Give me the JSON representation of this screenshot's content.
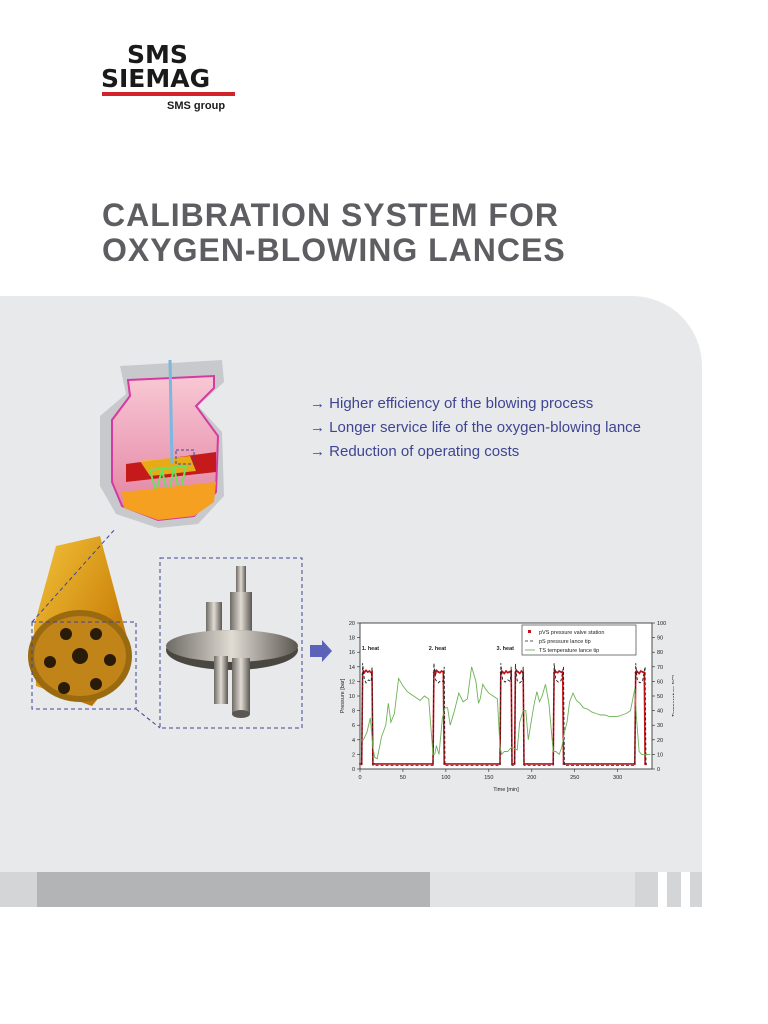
{
  "logo": {
    "line1": "SMS",
    "line2": "SIEMAG",
    "group": "SMS group",
    "bar_color": "#d2232a"
  },
  "title": {
    "line1": "CALIBRATION SYSTEM FOR",
    "line2": "OXYGEN-BLOWING LANCES"
  },
  "bullets": [
    "→ Higher efficiency of the blowing process",
    "→ Longer service life of the oxygen-blowing lance",
    "→ Reduction of operating costs"
  ],
  "colors": {
    "accent": "#3f4592",
    "title": "#5e5e62",
    "panel": "#e8e9eb"
  },
  "chart_data": {
    "type": "line",
    "xlabel": "Time [min]",
    "ylabel": "Pressure [bar]",
    "y2label": "Temperature [°C]",
    "xlim": [
      0,
      340
    ],
    "ylim": [
      0,
      20
    ],
    "y2lim": [
      0,
      100
    ],
    "x_ticks": [
      0,
      50,
      100,
      150,
      200,
      250,
      300
    ],
    "y_ticks": [
      0,
      2,
      4,
      6,
      8,
      10,
      12,
      14,
      16,
      18,
      20
    ],
    "y2_ticks": [
      0,
      10,
      20,
      30,
      40,
      50,
      60,
      70,
      80,
      90,
      100
    ],
    "annotations": [
      {
        "text": "1. heat",
        "x": 2,
        "y": 16
      },
      {
        "text": "2. heat",
        "x": 80,
        "y": 16
      },
      {
        "text": "3. heat",
        "x": 159,
        "y": 16
      }
    ],
    "legend_position": "top-right",
    "series": [
      {
        "name": "pVS pressure valve station",
        "color": "#c0141c",
        "style": "dots",
        "x": [
          0,
          2,
          3,
          4,
          5,
          7,
          9,
          11,
          13,
          14,
          15,
          16,
          85,
          86,
          87,
          88,
          89,
          91,
          93,
          95,
          97,
          98,
          99,
          163,
          164,
          165,
          166,
          168,
          170,
          172,
          174,
          176,
          177,
          180,
          181,
          182,
          184,
          186,
          188,
          190,
          191,
          195,
          225,
          226,
          227,
          228,
          230,
          232,
          234,
          236,
          237,
          238,
          320,
          321,
          322,
          323,
          325,
          327,
          329,
          331,
          332,
          333
        ],
        "y": [
          0.7,
          0.7,
          13.0,
          13.4,
          13.2,
          13.5,
          13.3,
          13.4,
          13.2,
          13.3,
          0.7,
          0.7,
          0.7,
          13.2,
          13.4,
          13.1,
          13.5,
          13.3,
          13.2,
          13.4,
          13.3,
          0.7,
          0.7,
          0.7,
          13.2,
          13.4,
          13.3,
          13.1,
          13.4,
          13.2,
          13.3,
          13.4,
          0.7,
          0.7,
          13.2,
          13.5,
          13.3,
          13.1,
          13.4,
          13.2,
          0.7,
          0.7,
          0.7,
          13.2,
          13.5,
          13.3,
          13.2,
          13.4,
          13.3,
          13.2,
          0.7,
          0.7,
          0.7,
          13.2,
          13.4,
          13.3,
          13.1,
          13.4,
          13.3,
          13.2,
          0.7,
          0.7
        ]
      },
      {
        "name": "pS pressure lance tip",
        "color": "#222222",
        "style": "dashed",
        "x": [
          2,
          3,
          5,
          7,
          10,
          13,
          14,
          15,
          85,
          86,
          88,
          91,
          94,
          97,
          98,
          99,
          163,
          164,
          166,
          169,
          172,
          175,
          176,
          177,
          180,
          181,
          183,
          186,
          189,
          190,
          191,
          225,
          226,
          228,
          231,
          234,
          237,
          238,
          320,
          321,
          323,
          326,
          329,
          332,
          333
        ],
        "y": [
          0.5,
          14.5,
          12.3,
          11.8,
          12.2,
          12.0,
          14.0,
          0.5,
          0.5,
          14.5,
          12.2,
          11.8,
          12.1,
          12.0,
          14.0,
          0.5,
          0.5,
          14.5,
          12.2,
          11.9,
          12.2,
          12.0,
          14.0,
          0.5,
          0.5,
          14.4,
          12.1,
          11.8,
          12.1,
          14.0,
          0.5,
          0.5,
          14.5,
          12.2,
          11.9,
          12.1,
          14.0,
          0.5,
          0.5,
          14.5,
          12.1,
          11.8,
          12.1,
          14.0,
          0.5
        ]
      },
      {
        "name": "TS temperature lance tip",
        "color": "#6db256",
        "style": "solid",
        "x": [
          0,
          2,
          4,
          8,
          12,
          15,
          17,
          20,
          25,
          30,
          33,
          36,
          40,
          45,
          50,
          55,
          60,
          65,
          70,
          75,
          80,
          85,
          87,
          89,
          92,
          96,
          99,
          102,
          105,
          110,
          115,
          120,
          125,
          130,
          135,
          138,
          140,
          143,
          146,
          150,
          155,
          160,
          163,
          165,
          168,
          172,
          175,
          177,
          180,
          183,
          186,
          190,
          193,
          196,
          200,
          203,
          206,
          209,
          212,
          216,
          220,
          225,
          228,
          232,
          235,
          238,
          241,
          244,
          248,
          252,
          256,
          260,
          265,
          270,
          275,
          280,
          285,
          290,
          295,
          300,
          305,
          310,
          315,
          320,
          322,
          325,
          328,
          332,
          335,
          338
        ],
        "y": [
          20,
          20,
          20,
          25,
          35,
          15,
          8,
          7,
          22,
          30,
          45,
          32,
          38,
          62,
          57,
          53,
          51,
          49,
          47,
          50,
          48,
          10,
          10,
          16,
          10,
          35,
          42,
          42,
          30,
          40,
          52,
          46,
          48,
          70,
          60,
          45,
          48,
          58,
          55,
          52,
          50,
          48,
          15,
          10,
          12,
          12,
          14,
          15,
          14,
          13,
          32,
          40,
          40,
          20,
          35,
          45,
          53,
          46,
          50,
          58,
          45,
          12,
          12,
          10,
          15,
          25,
          32,
          46,
          52,
          47,
          45,
          42,
          41,
          39,
          38,
          37,
          37,
          36,
          36,
          36,
          37,
          38,
          40,
          55,
          35,
          12,
          10,
          10,
          10,
          10
        ]
      }
    ]
  }
}
